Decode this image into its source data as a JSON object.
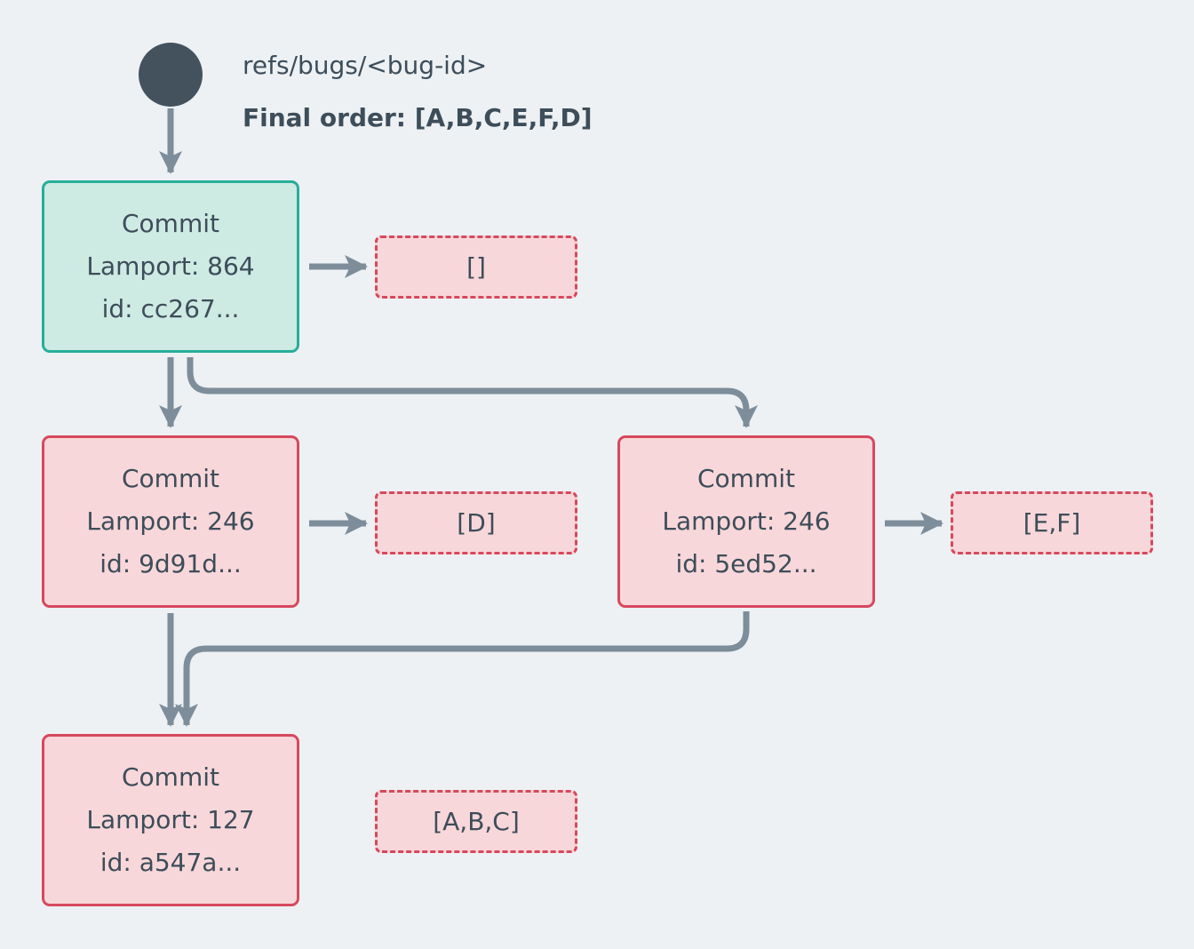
{
  "colors": {
    "background": "#edf1f4",
    "arrow": "#7d8d9a",
    "text": "#3d4d59",
    "head_fill": "#cdeae3",
    "head_border": "#27ae9b",
    "commit_fill": "#f8d7da",
    "commit_border": "#d6495c",
    "ref_circle": "#44525e"
  },
  "ref": {
    "label": "refs/bugs/<bug-id>",
    "final_order": "Final order: [A,B,C,E,F,D]"
  },
  "commits": [
    {
      "title": "Commit",
      "lamport": "Lamport: 864",
      "id": "id: cc267...",
      "payload": "[]"
    },
    {
      "title": "Commit",
      "lamport": "Lamport: 246",
      "id": "id: 9d91d...",
      "payload": "[D]"
    },
    {
      "title": "Commit",
      "lamport": "Lamport: 246",
      "id": "id: 5ed52...",
      "payload": "[E,F]"
    },
    {
      "title": "Commit",
      "lamport": "Lamport: 127",
      "id": "id: a547a...",
      "payload": "[A,B,C]"
    }
  ]
}
